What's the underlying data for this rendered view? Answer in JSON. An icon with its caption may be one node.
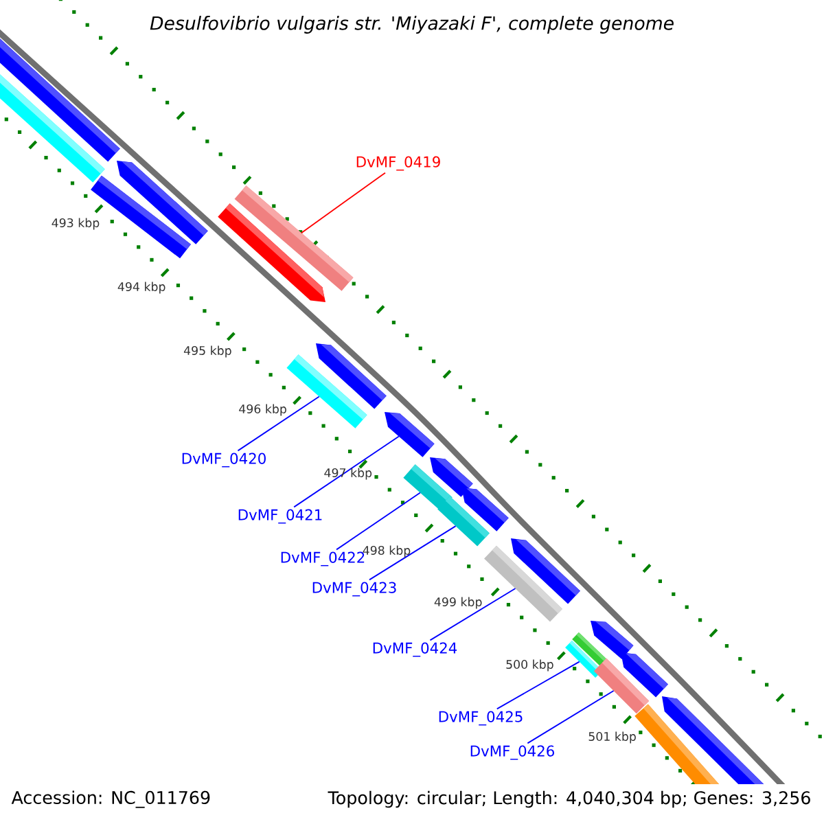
{
  "diagram": {
    "title": "Desulfovibrio vulgaris str. 'Miyazaki F', complete genome",
    "nodes": [
      {
        "text": [
          "DvMF_0419"
        ]
      },
      {
        "text": [
          "DvMF_0420"
        ]
      },
      {
        "text": [
          "DvMF_0421"
        ]
      },
      {
        "text": [
          "DvMF_0422"
        ]
      },
      {
        "text": [
          "DvMF_0423"
        ]
      },
      {
        "text": [
          "DvMF_0424"
        ]
      },
      {
        "text": [
          "DvMF_0425"
        ]
      },
      {
        "text": [
          "DvMF_0426"
        ]
      },
      {
        "text": [],
        "shape": "bar"
      },
      {
        "text": [],
        "shape": "bar"
      },
      {
        "text": [],
        "shape": "bar"
      },
      {
        "text": [],
        "shape": "bar"
      },
      {
        "text": [],
        "shape": "bar"
      },
      {
        "text": [],
        "shape": "bar"
      },
      {
        "text": [],
        "shape": "bar"
      },
      {
        "text": [],
        "shape": "bar"
      }
    ],
    "edges": [
      {
        "from": 0,
        "to": 8,
        "arrow": "none",
        "color": "#ff0000"
      },
      {
        "from": 1,
        "to": 9,
        "arrow": "none"
      },
      {
        "from": 2,
        "to": 10,
        "arrow": "none"
      },
      {
        "from": 3,
        "to": 11,
        "arrow": "none"
      },
      {
        "from": 4,
        "to": 12,
        "arrow": "none"
      },
      {
        "from": 5,
        "to": 13,
        "arrow": "none"
      },
      {
        "from": 6,
        "to": 14,
        "arrow": "none"
      },
      {
        "from": 7,
        "to": 15,
        "arrow": "none"
      }
    ],
    "labels": [
      "493 kbp",
      "494 kbp",
      "495 kbp",
      "496 kbp",
      "497 kbp",
      "498 kbp",
      "499 kbp",
      "500 kbp",
      "501 kbp",
      "Accession: NC_011769",
      "Topology: circular; Length: 4,040,304 bp; Genes: 3,256"
    ]
  }
}
